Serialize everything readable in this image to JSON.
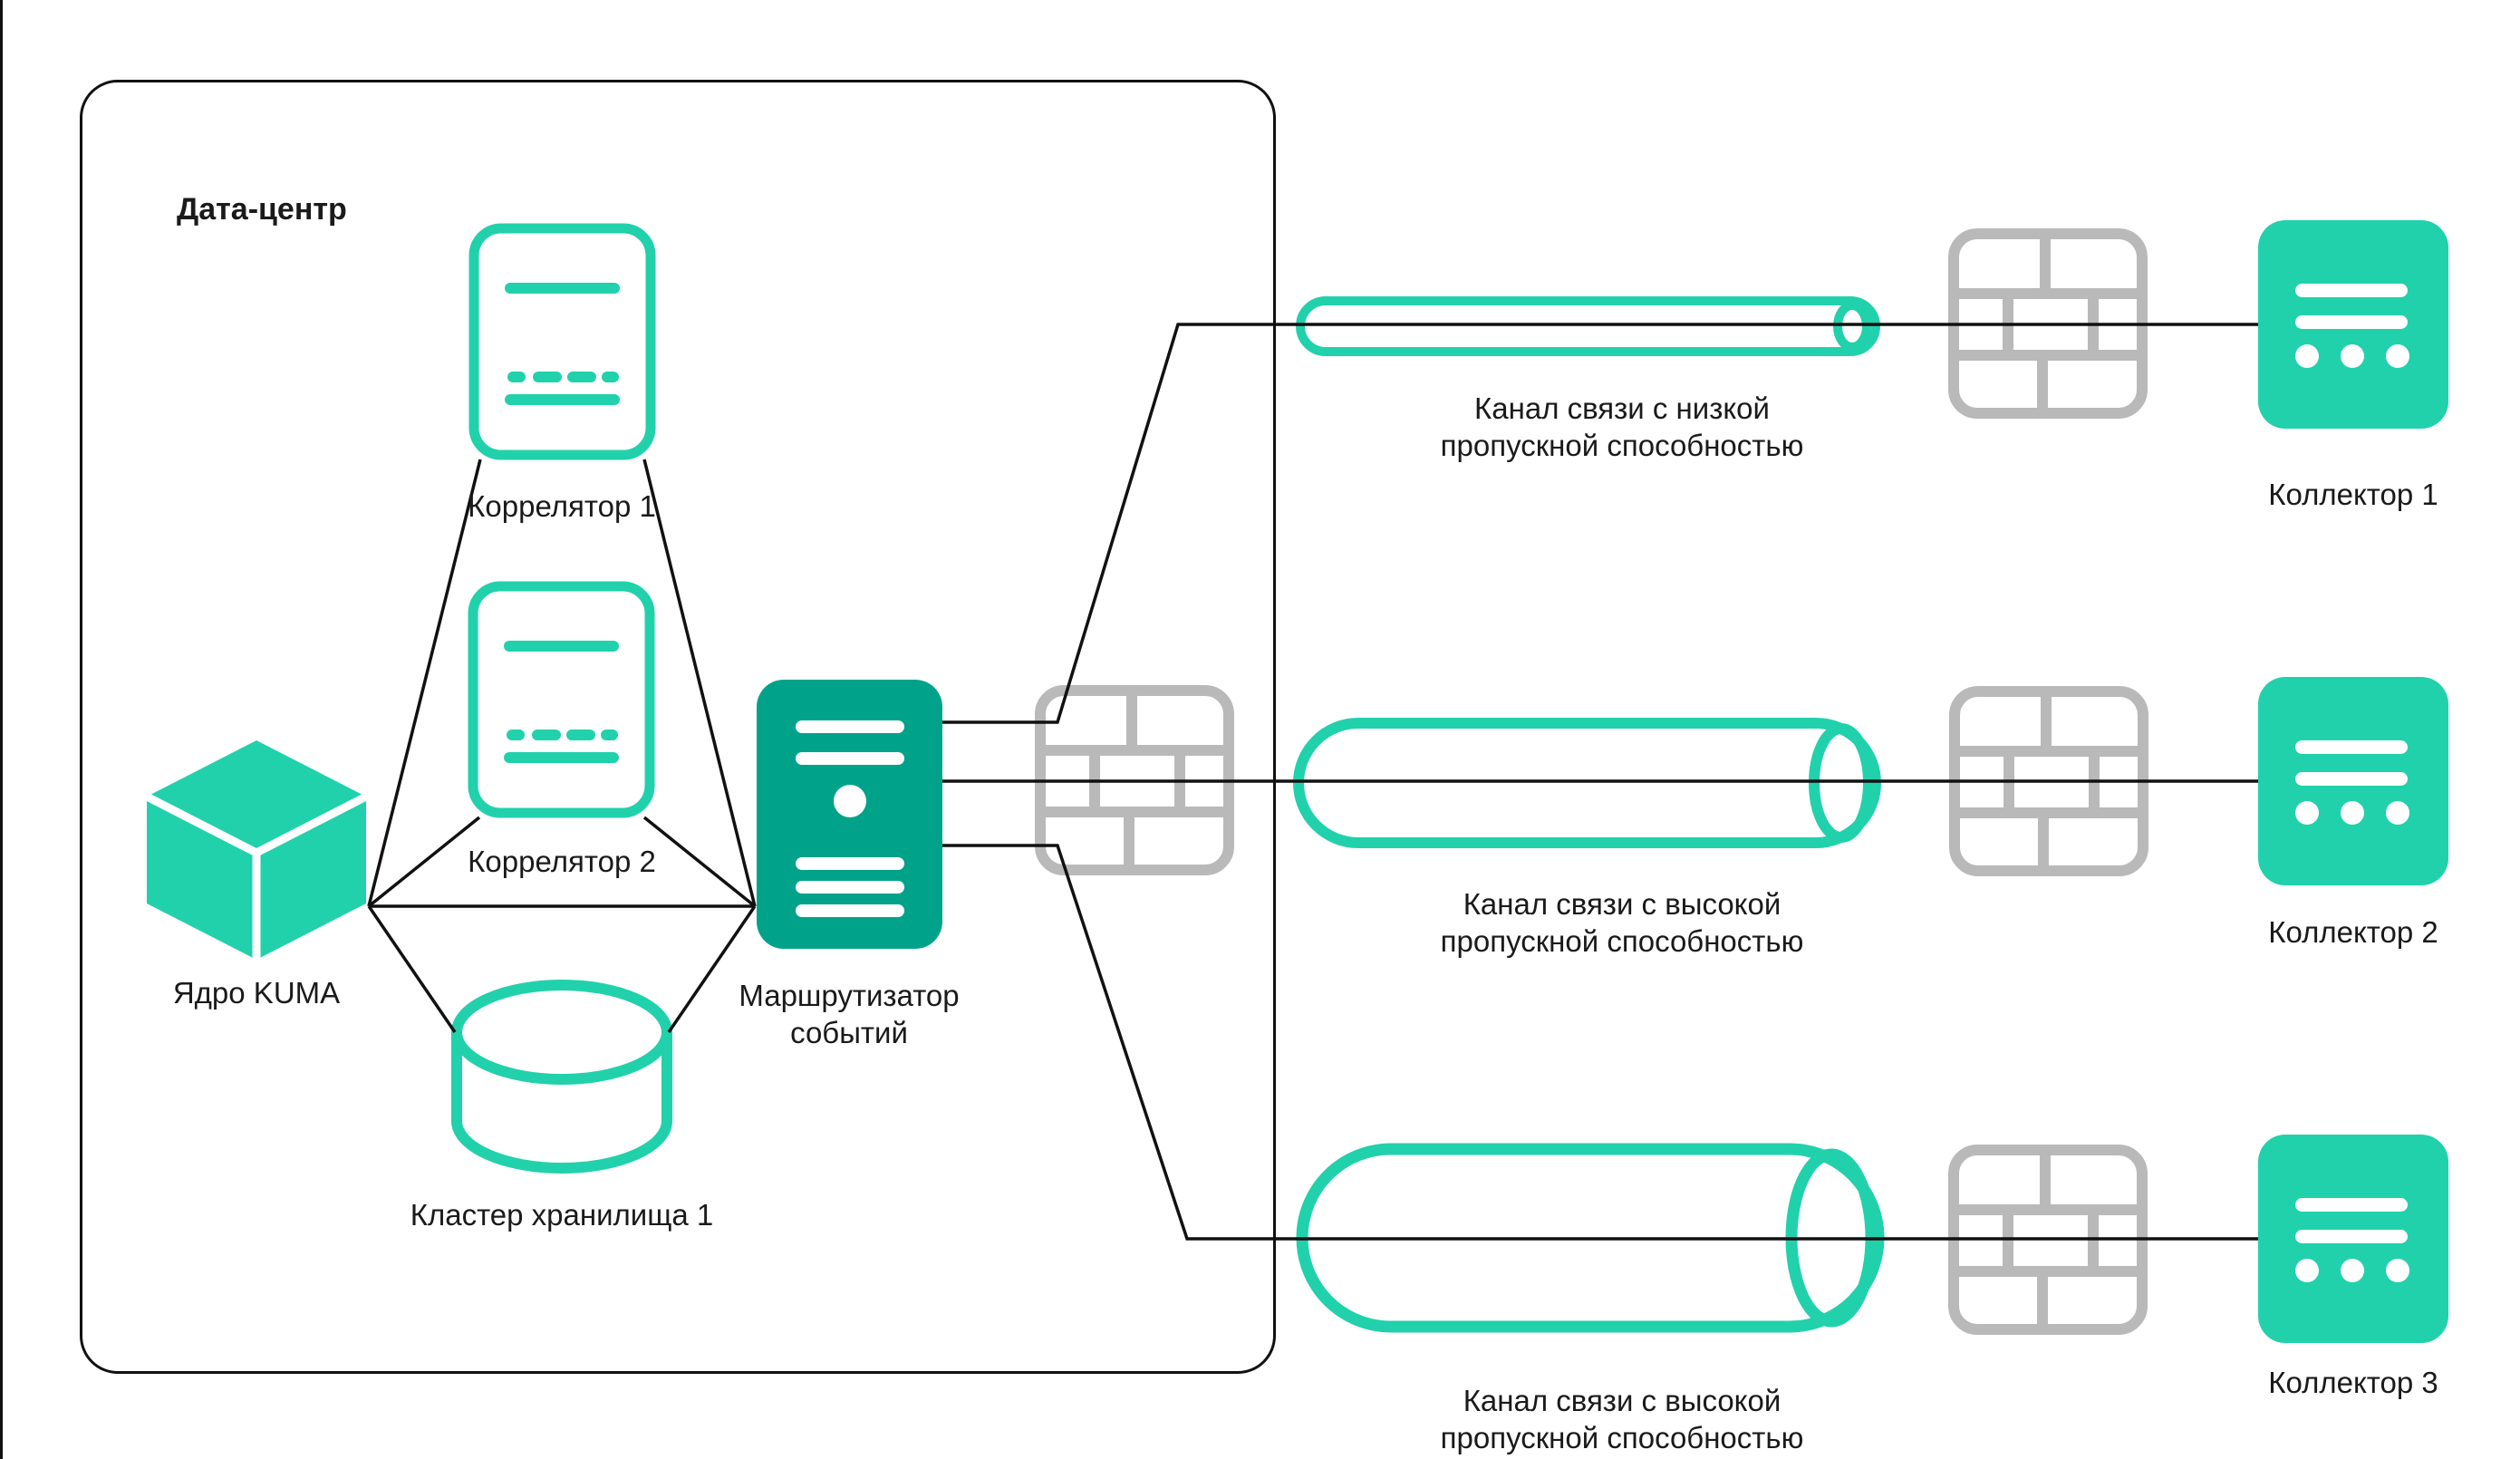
{
  "datacenter": {
    "label": "Дата-центр"
  },
  "nodes": {
    "kuma_core": {
      "label": "Ядро KUMA",
      "icon": "cube-icon"
    },
    "correlator_1": {
      "label": "Коррелятор 1",
      "icon": "document-server-icon"
    },
    "correlator_2": {
      "label": "Коррелятор 2",
      "icon": "document-server-icon"
    },
    "storage_cluster_1": {
      "label": "Кластер хранилища 1",
      "icon": "database-cylinder-icon"
    },
    "event_router": {
      "label": "Маршрутизатор событий",
      "icon": "server-tower-icon"
    },
    "collector_1": {
      "label": "Коллектор 1",
      "icon": "collector-icon"
    },
    "collector_2": {
      "label": "Коллектор 2",
      "icon": "collector-icon"
    },
    "collector_3": {
      "label": "Коллектор 3",
      "icon": "collector-icon"
    }
  },
  "channels": [
    {
      "id": "low-bandwidth",
      "label": "Канал связи с низкой пропускной способностью",
      "pipe": "thin"
    },
    {
      "id": "high-bandwidth-1",
      "label": "Канал связи с высокой пропускной способностью",
      "pipe": "wide"
    },
    {
      "id": "high-bandwidth-2",
      "label": "Канал связи с высокой пропускной способностью",
      "pipe": "extra-wide"
    }
  ],
  "firewalls": {
    "icon": "firewall-brick-icon",
    "count": 4
  },
  "colors": {
    "teal": "#21d1ac",
    "teal_dark": "#00a38a",
    "firewall_gray": "#b9b9b9",
    "line_black": "#111111",
    "background": "#ffffff"
  }
}
